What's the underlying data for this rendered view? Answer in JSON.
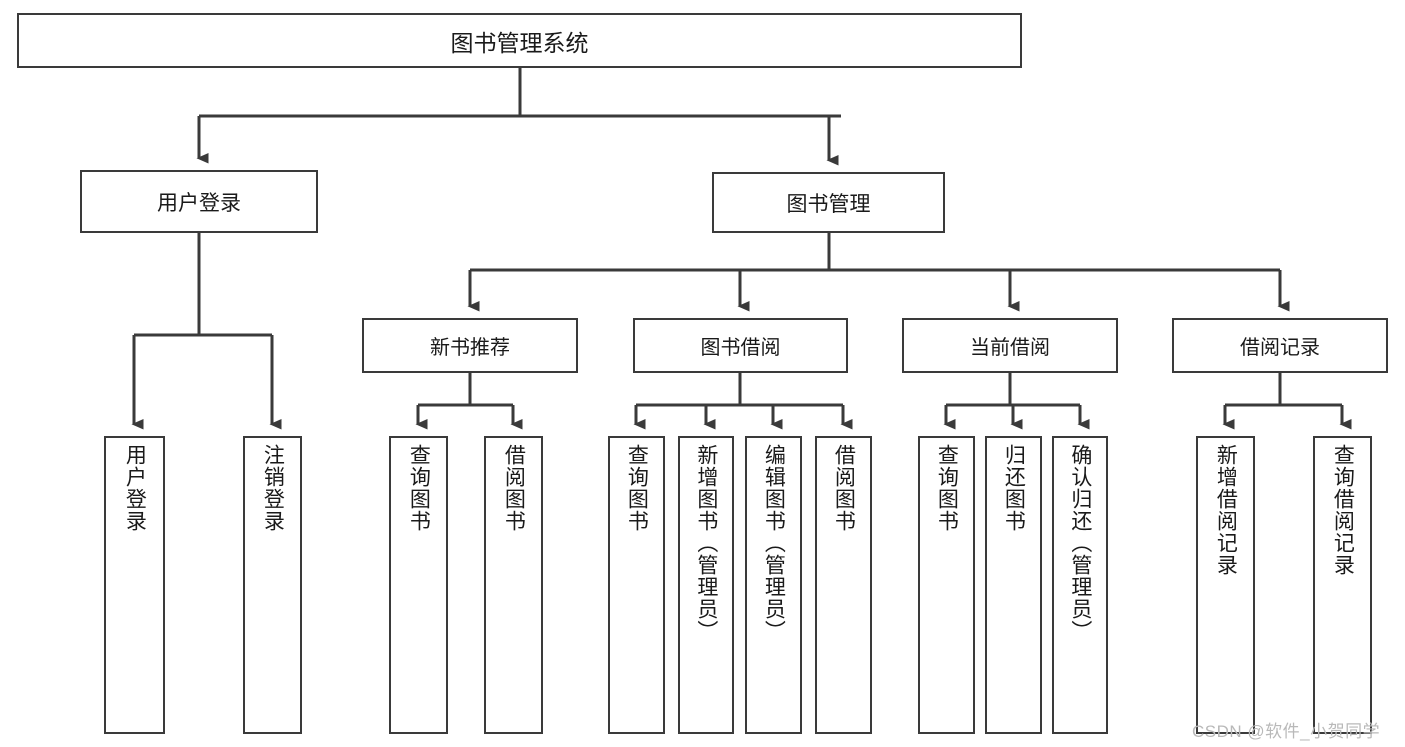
{
  "diagram": {
    "type": "tree",
    "title": "图书管理系统",
    "root": {
      "label": "图书管理系统"
    },
    "level1": [
      {
        "label": "用户登录"
      },
      {
        "label": "图书管理"
      }
    ],
    "level2": [
      {
        "label": "新书推荐"
      },
      {
        "label": "图书借阅"
      },
      {
        "label": "当前借阅"
      },
      {
        "label": "借阅记录"
      }
    ],
    "leaves": {
      "user_login": [
        {
          "label": "用户登录"
        },
        {
          "label": "注销登录"
        }
      ],
      "new_book_recommend": [
        {
          "label": "查询图书"
        },
        {
          "label": "借阅图书"
        }
      ],
      "book_borrow": [
        {
          "label": "查询图书"
        },
        {
          "label": "新增图书（管理员）"
        },
        {
          "label": "编辑图书（管理员）"
        },
        {
          "label": "借阅图书"
        }
      ],
      "current_borrow": [
        {
          "label": "查询图书"
        },
        {
          "label": "归还图书"
        },
        {
          "label": "确认归还（管理员）"
        }
      ],
      "borrow_record": [
        {
          "label": "新增借阅记录"
        },
        {
          "label": "查询借阅记录"
        }
      ]
    }
  },
  "watermark": {
    "text": "CSDN @软件_小贺同学"
  },
  "colors": {
    "line": "#3a3a3a",
    "box_border": "#3a3a3a",
    "box_fill": "#ffffff",
    "text": "#1a1a1a",
    "watermark": "#b9b9b9",
    "background": "#ffffff"
  }
}
